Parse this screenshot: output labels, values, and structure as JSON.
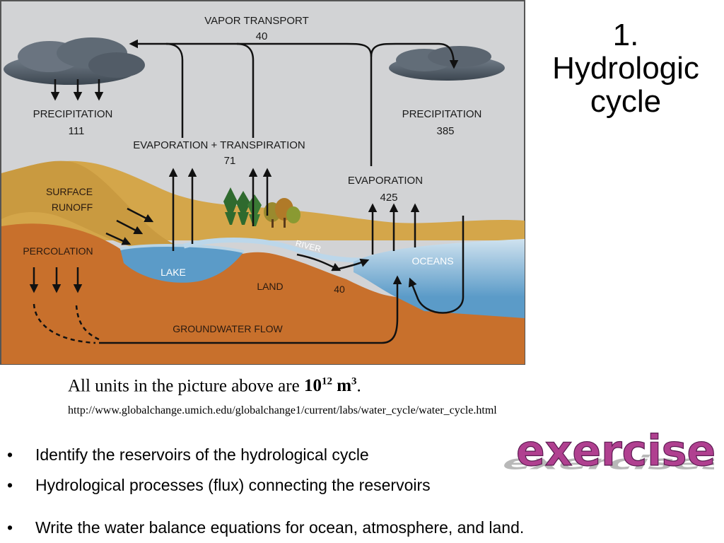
{
  "slide": {
    "title_lines": [
      "1.",
      "Hydrologic",
      "cycle"
    ],
    "units_note": {
      "prefix": "All units in the picture above are ",
      "base": "10",
      "exponent": "12",
      "unit": " m",
      "unit_exponent": "3",
      "suffix": "."
    },
    "source_url": "http://www.globalchange.umich.edu/globalchange1/current/labs/water_cycle/water_cycle.html",
    "bullets": [
      "Identify the reservoirs of the hydrological cycle",
      "Hydrological processes (flux) connecting the reservoirs",
      "Write the water balance equations for ocean, atmosphere, and land."
    ],
    "logo_text": "exercises"
  },
  "diagram": {
    "vapor_transport": {
      "label": "VAPOR TRANSPORT",
      "value": "40"
    },
    "precip_land": {
      "label": "PRECIPITATION",
      "value": "111"
    },
    "precip_ocean": {
      "label": "PRECIPITATION",
      "value": "385"
    },
    "evapotranspiration": {
      "label": "EVAPORATION + TRANSPIRATION",
      "value": "71"
    },
    "evaporation_ocean": {
      "label": "EVAPORATION",
      "value": "425"
    },
    "surface_runoff": {
      "line1": "SURFACE",
      "line2": "RUNOFF"
    },
    "percolation": "PERCOLATION",
    "lake": "LAKE",
    "land": "LAND",
    "river": "RIVER",
    "oceans": "OCEANS",
    "runoff_value": "40",
    "groundwater_flow": "GROUNDWATER FLOW"
  },
  "colors": {
    "sky": "#d2d3d5",
    "soil": "#c8702c",
    "sand": "#d4a64a",
    "water": "#5b9bc8",
    "cloud": "#4f5b66"
  }
}
